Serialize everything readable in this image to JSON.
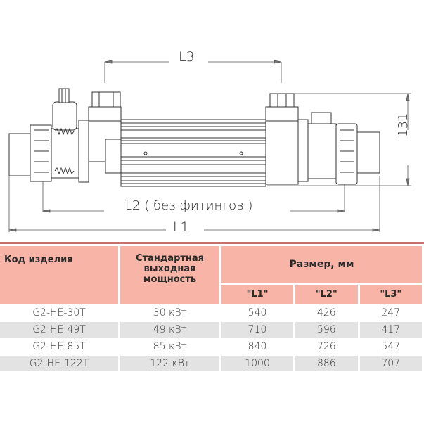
{
  "diagram": {
    "dimension_labels": {
      "l3": "L3",
      "l2": "L2 ( без фитингов )",
      "l1": "L1",
      "height": "131"
    }
  },
  "table": {
    "headers": {
      "code": "Код изделия",
      "power": "Стандартная выходная мощность",
      "size": "Размер, мм",
      "sub": [
        "\"L1\"",
        "\"L2\"",
        "\"L3\""
      ]
    },
    "rows": [
      {
        "code": "G2-HE-30T",
        "power": "30 кВт",
        "l1": "540",
        "l2": "426",
        "l3": "247"
      },
      {
        "code": "G2-HE-49T",
        "power": "49 кВт",
        "l1": "710",
        "l2": "596",
        "l3": "417"
      },
      {
        "code": "G2-HE-85T",
        "power": "85 кВт",
        "l1": "840",
        "l2": "726",
        "l3": "547"
      },
      {
        "code": "G2-HE-122T",
        "power": "122 кВт",
        "l1": "1000",
        "l2": "886",
        "l3": "707"
      }
    ]
  },
  "colors": {
    "header_bg": "#f7b4a7",
    "rule": "#c96f6f",
    "alt_row": "#e3e3e3"
  }
}
